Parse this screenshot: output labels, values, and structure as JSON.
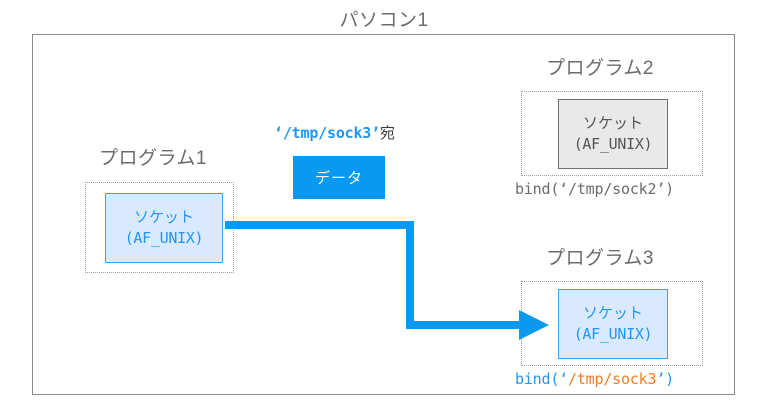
{
  "diagram": {
    "machine_title": "パソコン1",
    "data_packet_label": "データ",
    "destination_label": {
      "path": "‘/tmp/sock3’",
      "suffix": "宛"
    },
    "programs": [
      {
        "id": "program-1",
        "label": "プログラム1",
        "socket": {
          "line1": "ソケット",
          "line2": "(AF_UNIX)",
          "state": "active"
        },
        "bind": null
      },
      {
        "id": "program-2",
        "label": "プログラム2",
        "socket": {
          "line1": "ソケット",
          "line2": "(AF_UNIX)",
          "state": "inactive"
        },
        "bind": {
          "prefix": "bind(‘",
          "path": "/tmp/sock2",
          "suffix": "’)",
          "state": "inactive"
        }
      },
      {
        "id": "program-3",
        "label": "プログラム3",
        "socket": {
          "line1": "ソケット",
          "line2": "(AF_UNIX)",
          "state": "active"
        },
        "bind": {
          "prefix": "bind(‘",
          "path": "/tmp/sock3",
          "suffix": "’)",
          "state": "active"
        }
      }
    ],
    "colors": {
      "accent_blue": "#0b99f0",
      "socket_active_fill": "#d9eaff",
      "socket_active_border": "#3aa3f5",
      "socket_active_text": "#2196f3",
      "socket_inactive_fill": "#e9e9e9",
      "socket_inactive_border": "#6e6e6e",
      "text_gray": "#6b6b6b",
      "path_orange": "#f57c20",
      "frame_border": "#8a8a8a"
    }
  }
}
